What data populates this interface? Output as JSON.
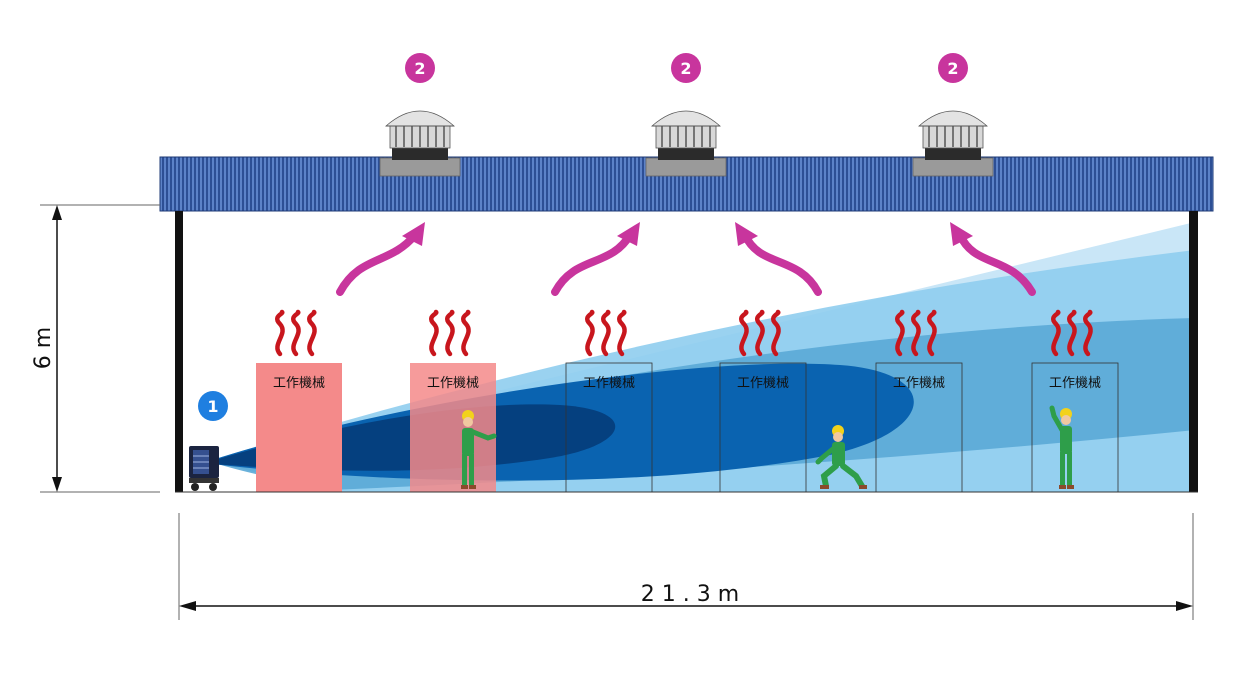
{
  "dimensions": {
    "height_label": "6 m",
    "width_label": "2 1 . 3 m"
  },
  "markers": {
    "blower_number": "1",
    "ventilator_number": "2"
  },
  "machine_label": "工作機械",
  "machines": [
    {
      "label": "工作機械",
      "highlight": true
    },
    {
      "label": "工作機械",
      "highlight": true
    },
    {
      "label": "工作機械",
      "highlight": false
    },
    {
      "label": "工作機械",
      "highlight": false
    },
    {
      "label": "工作機械",
      "highlight": false
    },
    {
      "label": "工作機械",
      "highlight": false
    }
  ],
  "ventilators": [
    {
      "number": "2"
    },
    {
      "number": "2"
    },
    {
      "number": "2"
    }
  ],
  "colors": {
    "roof": "#2d4f95",
    "roof_stripe": "#5c82c8",
    "marker_blue": "#1f7fe0",
    "marker_magenta": "#c8359d",
    "heat": "#c8161d",
    "airflow_arrow": "#c8359d",
    "machine_highlight": "#f48a8a",
    "worker": "#2e9e4a",
    "helmet": "#f2d21b",
    "air_1": "#c9e6f7",
    "air_2": "#8fcdee",
    "air_3": "#5aa9d6",
    "air_4": "#0a63b0",
    "air_5": "#05407f"
  }
}
